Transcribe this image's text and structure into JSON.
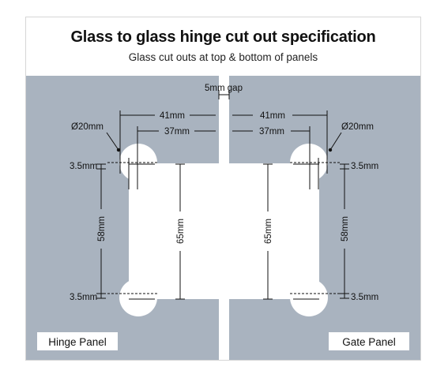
{
  "header": {
    "title": "Glass to glass hinge cut out specification",
    "subtitle": "Glass cut outs at top & bottom of panels"
  },
  "dimensions": {
    "gap": "5mm gap",
    "outer_width_left": "41mm",
    "inner_width_left": "37mm",
    "outer_width_right": "41mm",
    "inner_width_right": "37mm",
    "diameter_left": "Ø20mm",
    "diameter_right": "Ø20mm",
    "top_offset_left": "3.5mm",
    "top_offset_right": "3.5mm",
    "bottom_offset_left": "3.5mm",
    "bottom_offset_right": "3.5mm",
    "hole_spacing_left": "58mm",
    "hole_spacing_right": "58mm",
    "cutout_height_left": "65mm",
    "cutout_height_right": "65mm"
  },
  "panels": {
    "left": "Hinge Panel",
    "right": "Gate Panel"
  },
  "colors": {
    "glass": "#a9b3bf",
    "cutout": "#ffffff",
    "line": "#111111"
  }
}
